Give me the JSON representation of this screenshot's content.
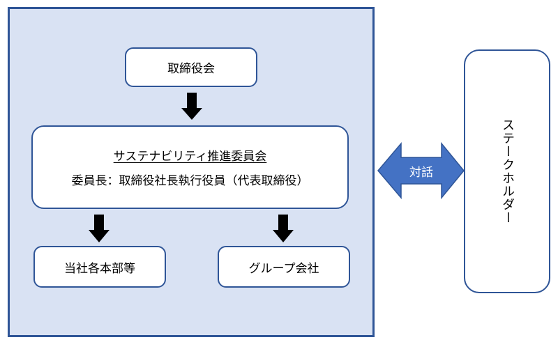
{
  "diagram": {
    "board": "取締役会",
    "committee": {
      "title": "サステナビリティ推進委員会",
      "chair": "委員長：取締役社長執行役員（代表取締役）"
    },
    "divisions": "当社各本部等",
    "group_companies": "グループ会社",
    "dialogue": "対話",
    "stakeholders": "ステークホルダー"
  },
  "colors": {
    "panel_fill": "#d9e2f3",
    "border": "#2f5597",
    "dialogue_arrow": "#4472c4",
    "arrow": "#000000"
  }
}
